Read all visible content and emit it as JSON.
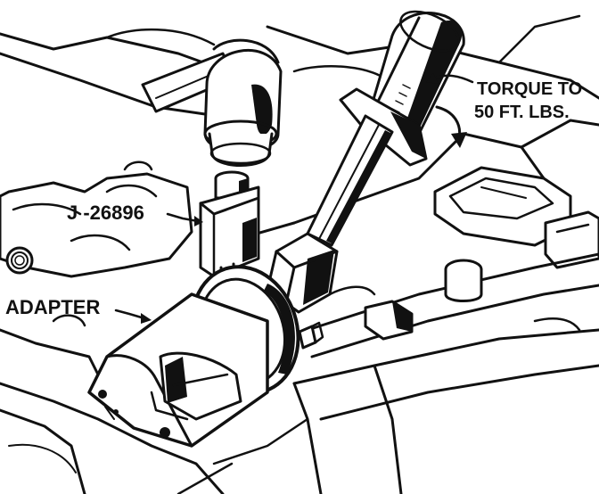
{
  "labels": {
    "torque_line1": "TORQUE TO",
    "torque_line2": "50 FT. LBS.",
    "tool_number": "J -26896",
    "adapter": "ADAPTER"
  },
  "colors": {
    "ink": "#111111",
    "paper": "#ffffff"
  }
}
